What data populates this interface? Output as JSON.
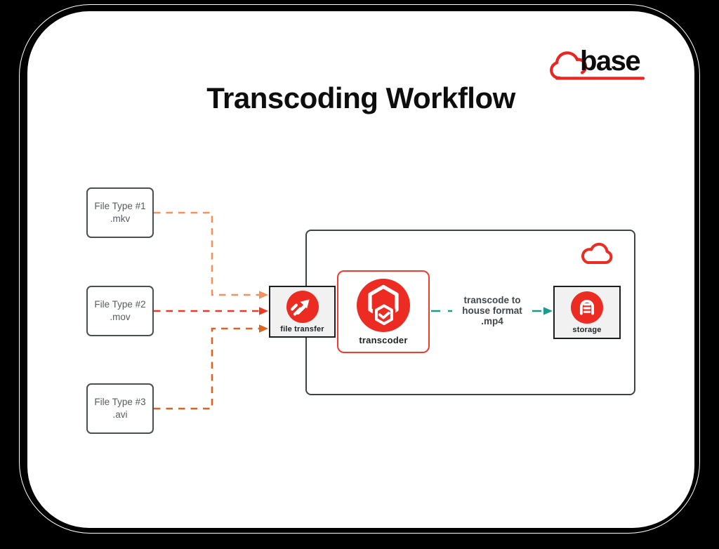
{
  "logo": {
    "text": "base"
  },
  "title": "Transcoding Workflow",
  "colors": {
    "red": "#EC2B23",
    "logo_red": "#EC2520",
    "transcoder_border": "#F23B2F",
    "arrow_orange_light": "#F5915C",
    "arrow_red": "#EE3826",
    "arrow_orange_dark": "#DE6321",
    "arrow_teal": "#1A9C8A",
    "white": "#FFFFFF"
  },
  "sources": [
    {
      "line1": "File Type #1",
      "line2": ".mkv"
    },
    {
      "line1": "File Type #2",
      "line2": ".mov"
    },
    {
      "line1": "File Type #3",
      "line2": ".avi"
    }
  ],
  "nodes": {
    "file_transfer": {
      "label": "file transfer"
    },
    "transcoder": {
      "label": "transcoder"
    },
    "storage": {
      "label": "storage"
    }
  },
  "edge_label": {
    "line1": "transcode to",
    "line2": "house format",
    "line3": ".mp4"
  }
}
